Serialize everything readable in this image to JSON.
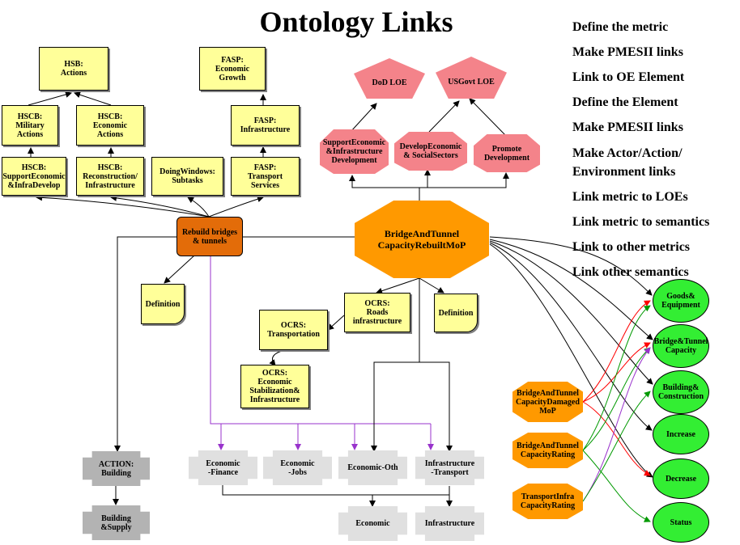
{
  "title": "Ontology Links",
  "steps": [
    "Define the metric",
    "Make PMESII links",
    "Link to OE Element",
    "Define the Element",
    "Make PMESII links",
    "Make Actor/Action/",
    "Environment links",
    "Link metric to LOEs",
    "Link metric to semantics",
    "Link to other metrics",
    "Link other semantics"
  ],
  "colors": {
    "note_fill": "#ffff99",
    "loe_fill": "#f4838a",
    "metric_fill": "#ff9900",
    "task_fill": "#e36c09",
    "semantic_fill": "#33ee33",
    "pmesii_fill": "#e0e0e0",
    "action_fill": "#b3b3b3",
    "purple_link": "#9933cc",
    "red_link": "#ff0000",
    "green_link": "#009900"
  },
  "nodes": {
    "hsb_actions": "HSB:\nActions",
    "hscb_military": "HSCB:\nMilitary\nActions",
    "hscb_economic": "HSCB:\nEconomic\nActions",
    "hsb_support": "HSCB:\nSupportEconomic\n&InfraDevelop",
    "hsb_reconstruction": "HSCB:\nReconstruction/\nInfrastructure",
    "doing_windows": "DoingWindows:\nSubtasks",
    "fasp_growth": "FASP:\nEconomic\nGrowth",
    "fasp_infra": "FASP:\nInfrastructure",
    "fasp_transport": "FASP:\nTransport\nServices",
    "dod_loe": "DoD LOE",
    "usgovt_loe": "USGovt LOE",
    "support_dev": "SupportEconomic\n&Infrastructure\nDevelopment",
    "develop_econ": "DevelopEconomic\n& SocialSectors",
    "promote_dev": "Promote\nDevelopment",
    "rebuild": "Rebuild bridges\n& tunnels",
    "metric": "BridgeAndTunnel\nCapacityRebuiltMoP",
    "def_left": "Definition",
    "def_right": "Definition",
    "ocrs_roads": "OCRS:\nRoads\ninfrastructure",
    "ocrs_transport": "OCRS:\nTransportation",
    "ocrs_econ": "OCRS:\nEconomic\nStabilization&\nInfrastructure",
    "action_building": "ACTION:\nBuilding",
    "building_supply": "Building\n&Supply",
    "econ_finance": "Economic\n-Finance",
    "econ_jobs": "Economic\n-Jobs",
    "econ_oth": "Economic-Oth",
    "infra_transport": "Infrastructure\n-Transport",
    "economic": "Economic",
    "infrastructure": "Infrastructure",
    "damaged": "BridgeAndTunnel\nCapacityDamaged\nMoP",
    "rating": "BridgeAndTunnel\nCapacityRating",
    "transport_rating": "TransportInfra\nCapacityRating",
    "goods": "Goods&\nEquipment",
    "bridge_capacity": "Bridge&Tunnel\nCapacity",
    "building_construction": "Building&\nConstruction",
    "increase": "Increase",
    "decrease": "Decrease",
    "status": "Status"
  }
}
